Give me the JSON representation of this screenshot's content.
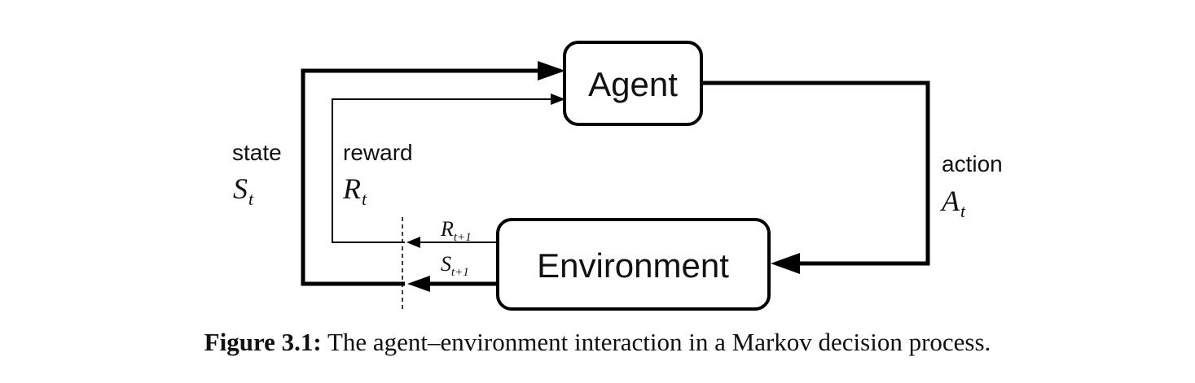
{
  "diagram": {
    "agent_label": "Agent",
    "environment_label": "Environment",
    "state": {
      "word": "state",
      "symbol": "S",
      "subscript": "t"
    },
    "reward": {
      "word": "reward",
      "symbol": "R",
      "subscript": "t"
    },
    "action": {
      "word": "action",
      "symbol": "A",
      "subscript": "t"
    },
    "next_reward": {
      "symbol": "R",
      "subscript": "t+1"
    },
    "next_state": {
      "symbol": "S",
      "subscript": "t+1"
    }
  },
  "caption": {
    "label": "Figure 3.1:",
    "text": "The agent–environment interaction in a Markov decision process."
  }
}
